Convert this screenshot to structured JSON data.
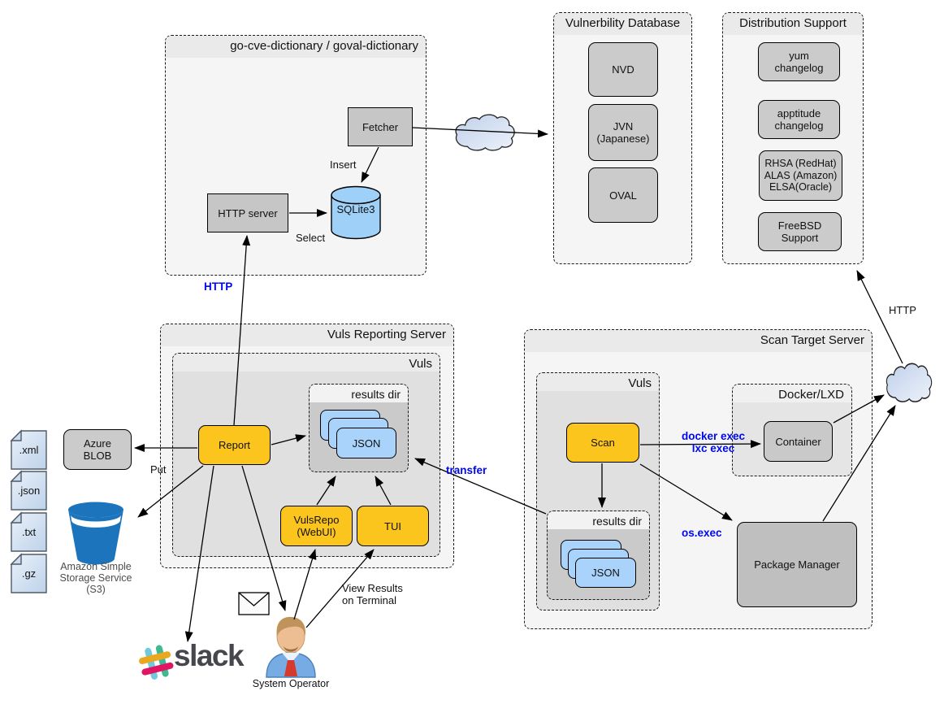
{
  "gocve": {
    "title": "go-cve-dictionary / goval-dictionary",
    "fetcher": "Fetcher",
    "http_server": "HTTP server",
    "sqlite": "SQLite3",
    "insert_label": "Insert",
    "select_label": "Select"
  },
  "vulndb": {
    "title": "Vulnerbility Database",
    "items": [
      "NVD",
      "JVN\n(Japanese)",
      "OVAL"
    ]
  },
  "dist": {
    "title": "Distribution Support",
    "items": [
      "yum\nchangelog",
      "apptitude\nchangelog",
      "RHSA (RedHat)\nALAS (Amazon)\nELSA(Oracle)",
      "FreeBSD Support"
    ]
  },
  "reporting": {
    "title": "Vuls Reporting Server",
    "vuls": "Vuls",
    "results_dir": "results dir",
    "json": "JSON",
    "report": "Report",
    "vulsrepo": "VulsRepo\n(WebUI)",
    "tui": "TUI"
  },
  "scan": {
    "title": "Scan Target Server",
    "vuls": "Vuls",
    "results_dir": "results dir",
    "json": "JSON",
    "scan": "Scan",
    "docker": "Docker/LXD",
    "container": "Container",
    "package_manager": "Package Manager"
  },
  "storage": {
    "files": [
      ".xml",
      ".json",
      ".txt",
      ".gz"
    ],
    "azure": "Azure\nBLOB",
    "s3": "Amazon Simple\nStorage Service\n(S3)"
  },
  "people": {
    "slack": "slack",
    "operator": "System Operator"
  },
  "edges": {
    "http_reporting": "HTTP",
    "put": "Put",
    "transfer": "transfer",
    "docker_exec": "docker exec\nlxc exec",
    "os_exec": "os.exec",
    "http_cloud": "HTTP",
    "view_results": "View Results\non Terminal"
  },
  "colors": {
    "highlight_label": "#0008EE",
    "yellow_box": "#FCC51E",
    "json_card": "#A9D3FA",
    "bucket_blue": "#1C75BC",
    "cylinder_blue": "#9FD0F8"
  }
}
